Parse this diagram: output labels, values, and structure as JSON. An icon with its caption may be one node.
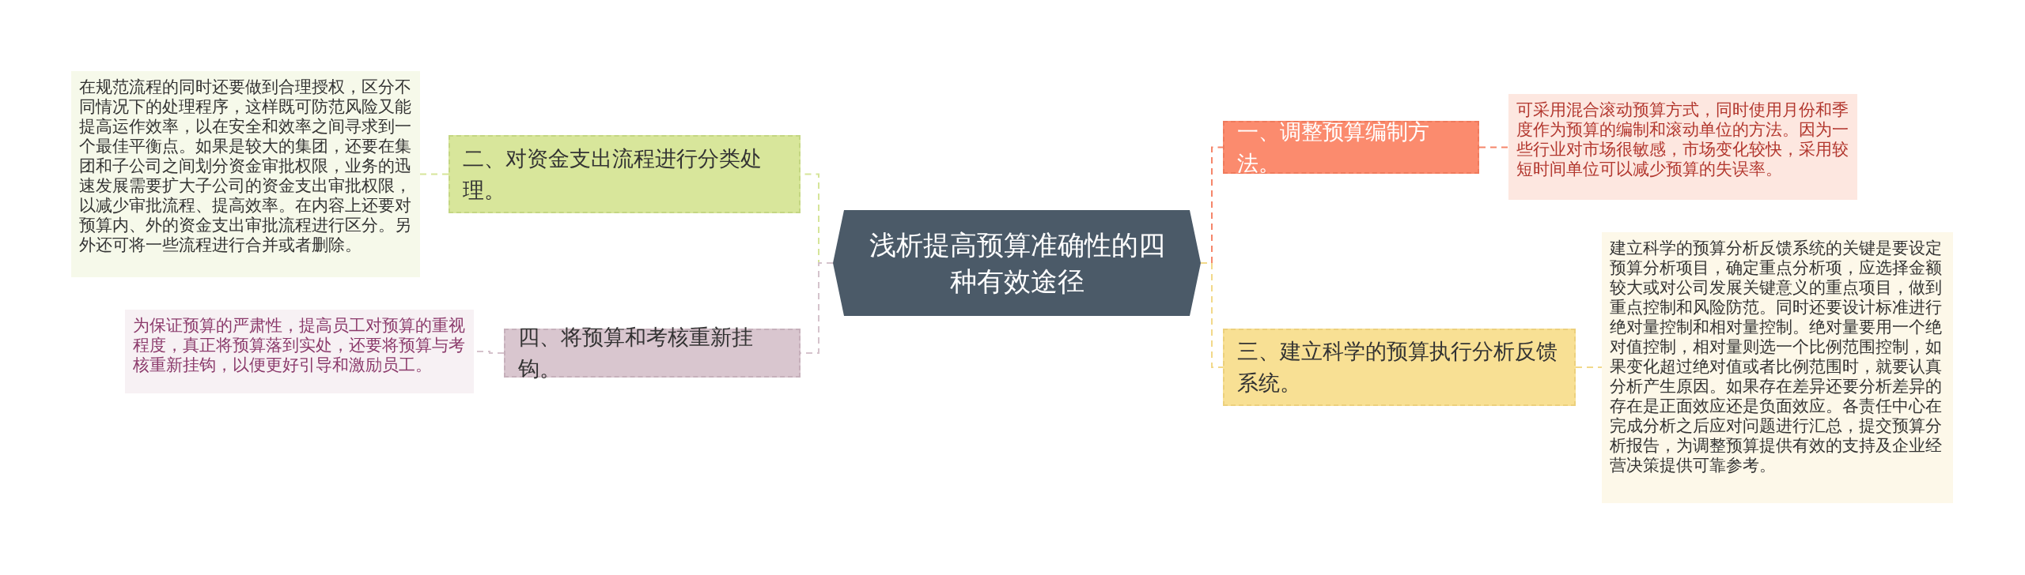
{
  "diagram": {
    "nodes": [
      {
        "text": [
          "浅析提高预算准确性的四种有效途径"
        ]
      },
      {
        "text": [
          "二、对资金支出流程进行分类处理。"
        ]
      },
      {
        "text": [
          "在规范流程的同时还要做到合理授权，区分不同情况下的处理程序，这样既可防范风险又能提高运作效率，以在安全和效率之间寻求到一个最佳平衡点。如果是较大的集团，还要在集团和子公司之间划分资金审批权限，业务的迅速发展需要扩大子公司的资金支出审批权限，以减少审批流程、提高效率。在内容上还要对预算内、外的资金支出审批流程进行区分。另外还可将一些流程进行合并或者删除。"
        ]
      },
      {
        "text": [
          "四、将预算和考核重新挂钩。"
        ]
      },
      {
        "text": [
          "为保证预算的严肃性，提高员工对预算的重视程度，真正将预算落到实处，还要将预算与考核重新挂钩，以便更好引导和激励员工。"
        ]
      },
      {
        "text": [
          "一、调整预算编制方法。"
        ]
      },
      {
        "text": [
          "可采用混合滚动预算方式，同时使用月份和季度作为预算的编制和滚动单位的方法。因为一些行业对市场很敏感，市场变化较快，采用较短时间单位可以减少预算的失误率。"
        ]
      },
      {
        "text": [
          "三、建立科学的预算执行分析反馈系统。"
        ]
      },
      {
        "text": [
          "建立科学的预算分析反馈系统的关键是要设定预算分析项目，确定重点分析项，应选择金额较大或对公司发展关键意义的重点项目，做到重点控制和风险防范。同时还要设计标准进行绝对量控制和相对量控制。绝对量要用一个绝对值控制，相对量则选一个比例范围控制，如果变化超过绝对值或者比例范围时，就要认真分析产生原因。如果存在差异还要分析差异的存在是正面效应还是负面效应。各责任中心在完成分析之后应对问题进行汇总，提交预算分析报告，为调整预算提供有效的支持及企业经营决策提供可靠参考。"
        ]
      }
    ],
    "edges": [
      {
        "from": 0,
        "to": 1,
        "arrow": "none",
        "style": "dashed",
        "color": "#d6e59a"
      },
      {
        "from": 1,
        "to": 2,
        "arrow": "none",
        "style": "dashed",
        "color": "#d6e59a"
      },
      {
        "from": 0,
        "to": 3,
        "arrow": "none",
        "style": "dashed",
        "color": "#d5c3cc"
      },
      {
        "from": 3,
        "to": 4,
        "arrow": "none",
        "style": "dashed",
        "color": "#d5c3cc"
      },
      {
        "from": 0,
        "to": 5,
        "arrow": "none",
        "style": "dashed",
        "color": "#f5866a"
      },
      {
        "from": 5,
        "to": 6,
        "arrow": "none",
        "style": "dashed",
        "color": "#f5866a"
      },
      {
        "from": 0,
        "to": 7,
        "arrow": "none",
        "style": "dashed",
        "color": "#f2d98a"
      },
      {
        "from": 7,
        "to": 8,
        "arrow": "none",
        "style": "dashed",
        "color": "#f2d98a"
      }
    ]
  }
}
